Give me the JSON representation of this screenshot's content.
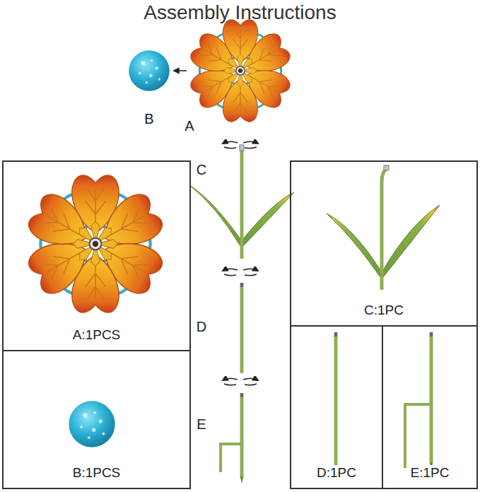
{
  "diagram": {
    "title": "Assembly Instructions",
    "nodes": [
      {
        "text": [
          "A:1PCS"
        ]
      },
      {
        "text": [
          "C:1PC"
        ]
      },
      {
        "text": [
          "B:1PCS"
        ]
      },
      {
        "text": [
          "D:1PC"
        ]
      },
      {
        "text": [
          "E:1PC"
        ]
      }
    ],
    "labels": [
      "B",
      "A",
      "C",
      "D",
      "E"
    ]
  }
}
